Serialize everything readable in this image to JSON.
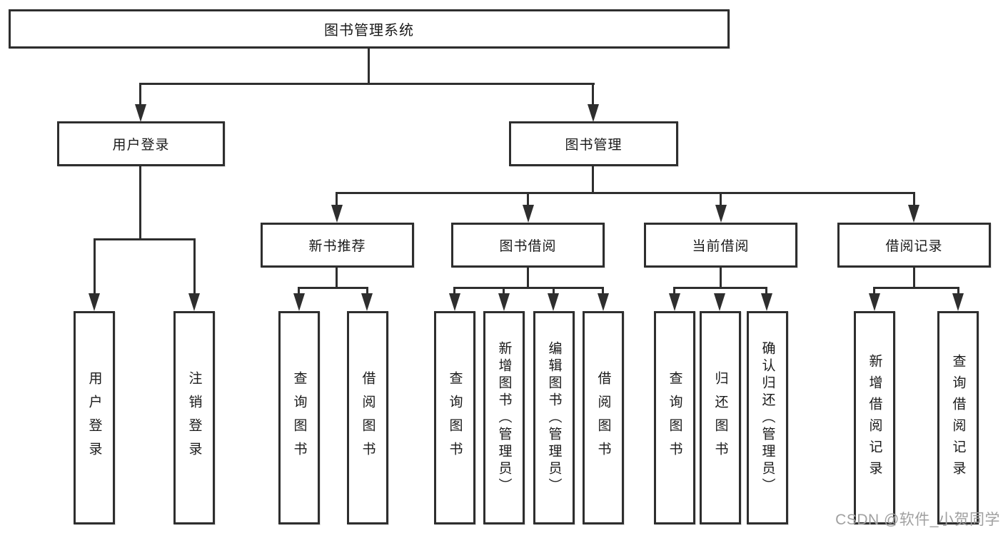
{
  "nodes": {
    "root": "图书管理系统",
    "user_login": "用户登录",
    "book_mgmt": "图书管理",
    "new_book_rec": "新书推荐",
    "book_borrow": "图书借阅",
    "current_borrow": "当前借阅",
    "borrow_record": "借阅记录",
    "ul_login": "用户登录",
    "ul_logout": "注销登录",
    "nb_query_book": "查询图书",
    "nb_borrow_book": "借阅图书",
    "bb_query_book": "查询图书",
    "bb_add_book": "新增图书（管理员）",
    "bb_edit_book": "编辑图书（管理员）",
    "bb_borrow_book": "借阅图书",
    "cb_query_book": "查询图书",
    "cb_return_book": "归还图书",
    "cb_confirm_return": "确认归还（管理员）",
    "br_add_record": "新增借阅记录",
    "br_query_record": "查询借阅记录"
  },
  "watermark": "CSDN @软件_小贺同学",
  "colors": {
    "line": "#2e2e2e",
    "text": "#1a1a1a",
    "background": "#ffffff",
    "watermark": "#a0a0a0"
  }
}
